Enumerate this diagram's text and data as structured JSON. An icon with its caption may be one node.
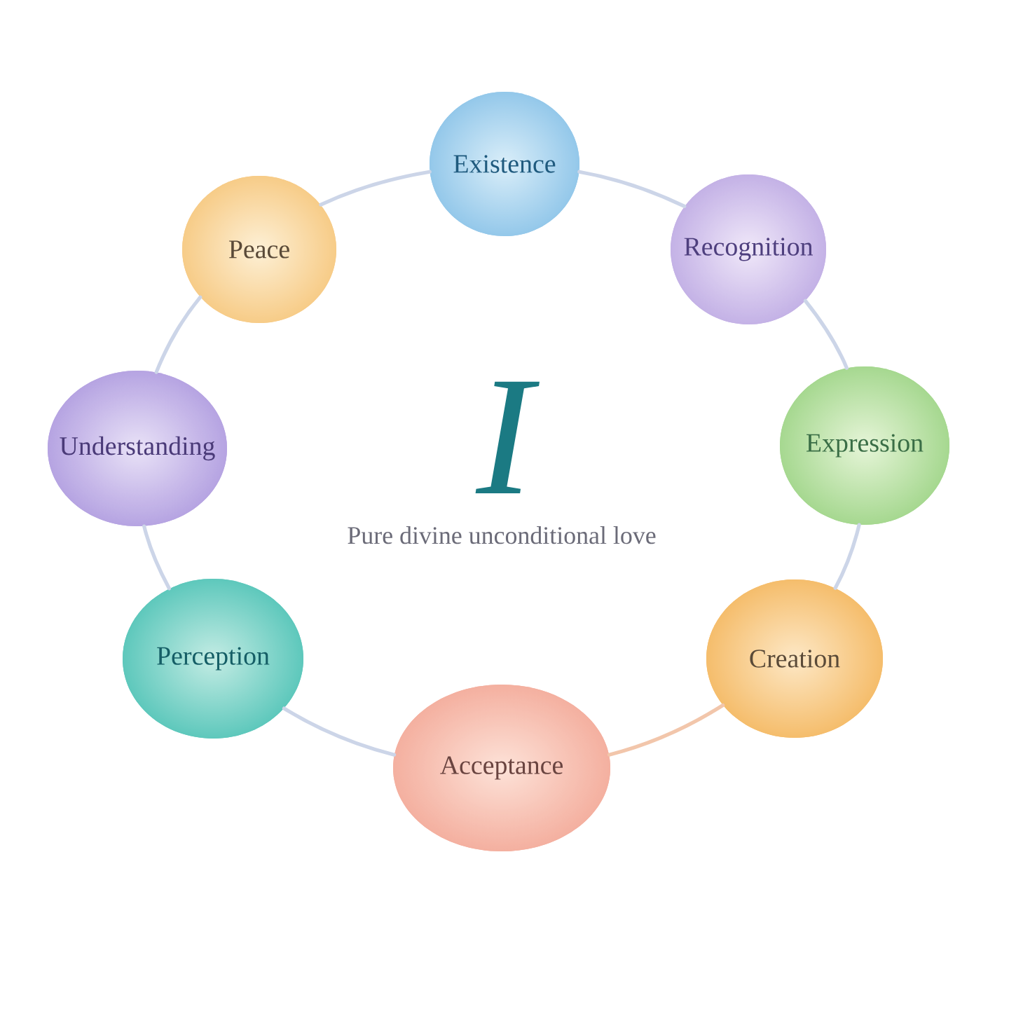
{
  "diagram": {
    "nodes": [
      {
        "text": [
          "Existence"
        ]
      },
      {
        "text": [
          "Recognition"
        ]
      },
      {
        "text": [
          "Expression"
        ]
      },
      {
        "text": [
          "Creation"
        ]
      },
      {
        "text": [
          "Acceptance"
        ]
      },
      {
        "text": [
          "Perception"
        ]
      },
      {
        "text": [
          "Understanding"
        ]
      },
      {
        "text": [
          "Peace"
        ]
      }
    ],
    "edges": [
      {
        "from": 0,
        "to": 1,
        "arrow": "none"
      },
      {
        "from": 1,
        "to": 2,
        "arrow": "none"
      },
      {
        "from": 2,
        "to": 3,
        "arrow": "none"
      },
      {
        "from": 3,
        "to": 4,
        "arrow": "none",
        "color": "#f2c6ab"
      },
      {
        "from": 4,
        "to": 5,
        "arrow": "none"
      },
      {
        "from": 5,
        "to": 6,
        "arrow": "none"
      },
      {
        "from": 6,
        "to": 7,
        "arrow": "none"
      },
      {
        "from": 7,
        "to": 0,
        "arrow": "none"
      }
    ],
    "labels": [
      "I",
      "Pure divine unconditional love"
    ]
  }
}
